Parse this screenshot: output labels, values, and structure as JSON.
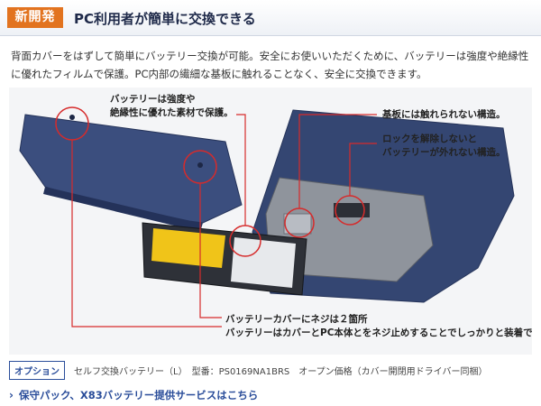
{
  "header": {
    "badge": "新開発",
    "title": "PC利用者が簡単に交換できる"
  },
  "description": {
    "line1": "背面カバーをはずして簡単にバッテリー交換が可能。安全にお使いいただくために、バッテリーは強度や絶縁性",
    "line2": "に優れたフィルムで保護。PC内部の繊細な基板に触れることなく、安全に交換できます。"
  },
  "callouts": {
    "film_1": "バッテリーは強度や",
    "film_2": "絶縁性に優れた素材で保護。",
    "board": "基板には触れられない構造。",
    "lock_1": "ロックを解除しないと",
    "lock_2": "バッテリーが外れない構造。",
    "screw_1": "バッテリーカバーにネジは２箇所",
    "screw_2": "バッテリーはカバーとPC本体とをネジ止めすることでしっかりと装着できます。"
  },
  "option": {
    "badge": "オプション",
    "text": "セルフ交換バッテリー（L）　型番：PS0169NA1BRS　オープン価格（カバー開閉用ドライバー同梱）"
  },
  "link": {
    "text": "保守パック、X83バッテリー提供サービスはこちら"
  }
}
